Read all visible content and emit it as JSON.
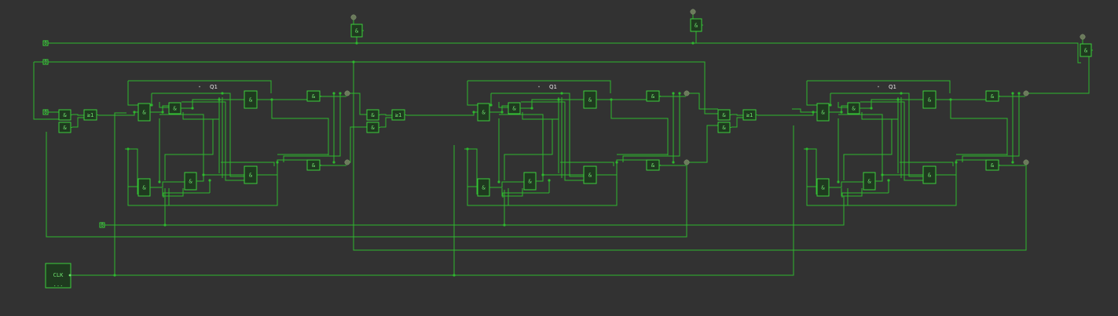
{
  "diagram": {
    "and_label": "&",
    "or_label": "≥1",
    "input_value": "0",
    "q_label": "Q1",
    "clock_label": "CLK",
    "clock_sub": "...",
    "colors": {
      "wire": "#2eb82e",
      "gate_fill": "#1f3a1f",
      "gate_stroke": "#3ccf3c",
      "background": "#323232"
    },
    "stages": [
      "stage-1",
      "stage-2",
      "stage-3"
    ]
  }
}
